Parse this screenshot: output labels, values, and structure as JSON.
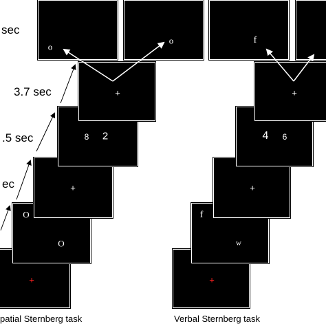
{
  "timings": {
    "probe": "sec",
    "maintenance": "3.7 sec",
    "encoding": ".5 sec",
    "fixation": "ec"
  },
  "spatial": {
    "caption": "patial Sternberg task",
    "encoding": {
      "left": "8",
      "right": "2"
    },
    "fixation": "+",
    "memory": {
      "top": "O",
      "bottom": "O"
    },
    "start": "+",
    "probes": {
      "left": "o",
      "right": "o"
    }
  },
  "verbal": {
    "caption": "Verbal Sternberg task",
    "encoding": {
      "left": "4",
      "right": "6"
    },
    "fixation": "+",
    "memory": {
      "top": "f",
      "bottom": "w"
    },
    "start": "+",
    "probes": {
      "left": "f"
    }
  },
  "colors": {
    "screen": "#000000",
    "stimulus": "#ffffff",
    "start_cross": "#ff2020"
  }
}
